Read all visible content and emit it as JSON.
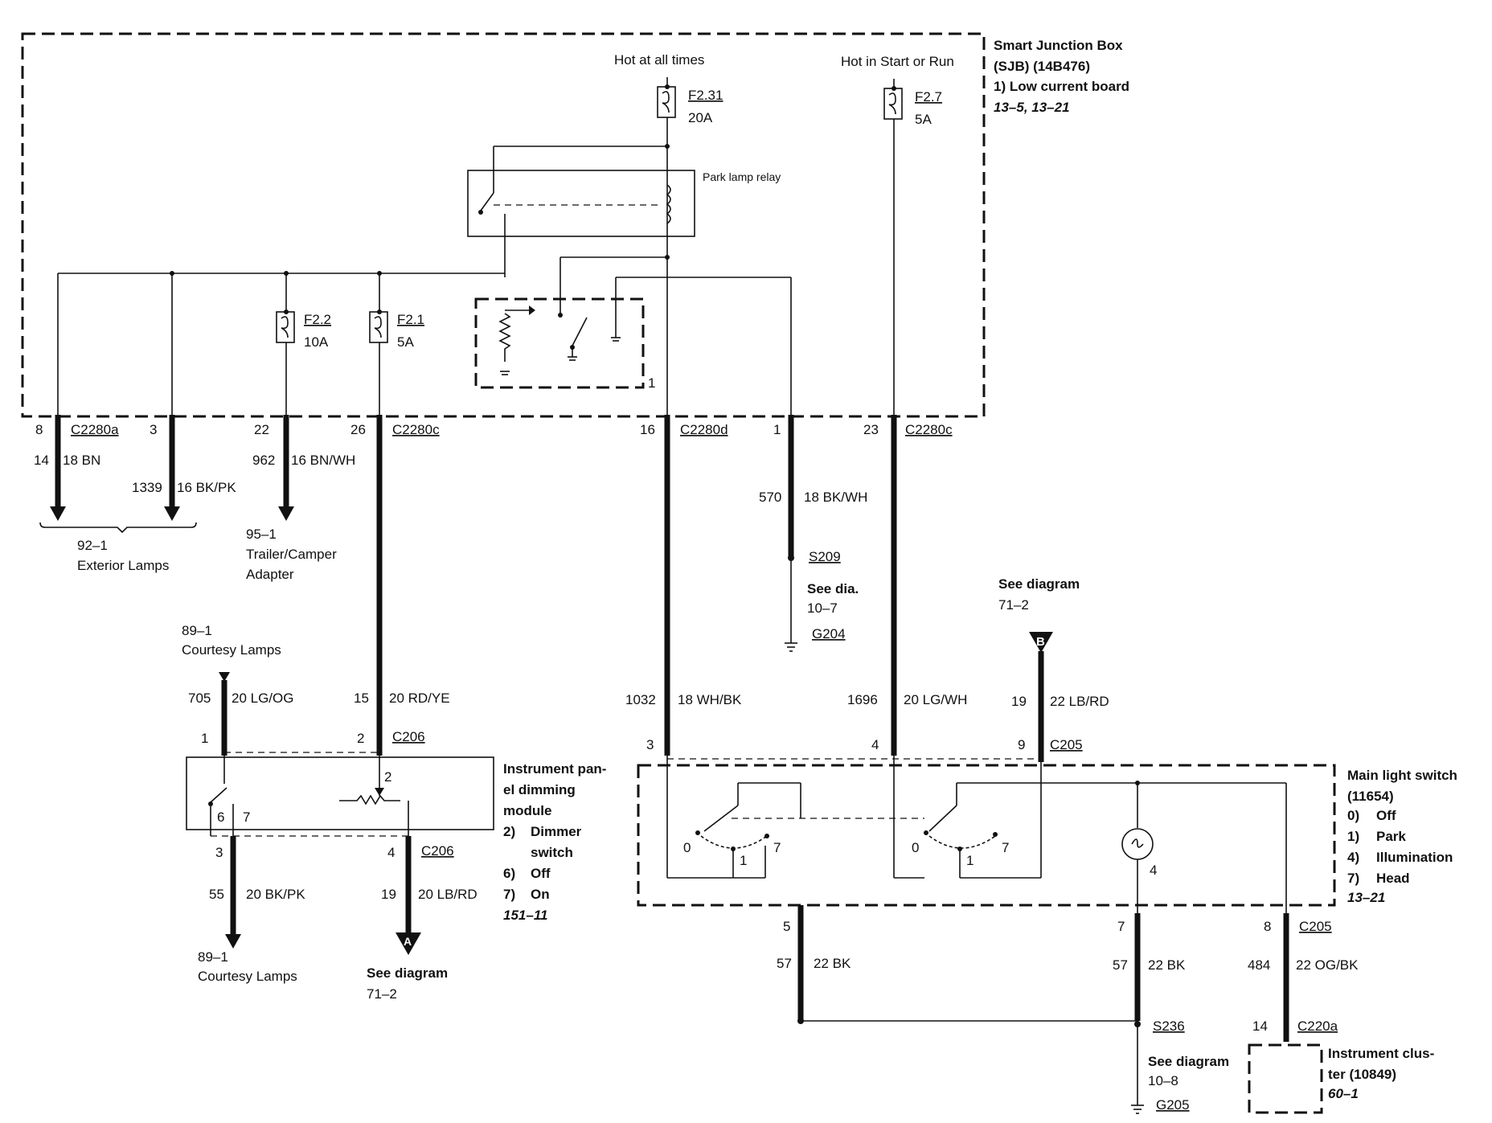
{
  "sjb": {
    "title": "Smart Junction Box",
    "subtitle": "(SJB) (14B476)",
    "board": "1)   Low current board",
    "refs": "13–5, 13–21"
  },
  "supply": {
    "hot_always": "Hot at all times",
    "hot_start_run": "Hot in Start or Run"
  },
  "fuses": [
    {
      "name": "F2.31",
      "rating": "20A"
    },
    {
      "name": "F2.7",
      "rating": "5A"
    },
    {
      "name": "F2.2",
      "rating": "10A"
    },
    {
      "name": "F2.1",
      "rating": "5A"
    }
  ],
  "relay": {
    "label": "Park lamp relay",
    "module_number": "1"
  },
  "pins": {
    "p8": "8",
    "p3": "3",
    "p22": "22",
    "p26": "26",
    "p16": "16",
    "p1": "1",
    "p23": "23"
  },
  "connectors": {
    "c2280a": "C2280a",
    "c2280c": "C2280c",
    "c2280d": "C2280d",
    "c2280c_2": "C2280c",
    "c206_top": "C206",
    "c206_bot": "C206",
    "c205_top": "C205",
    "c205_bot": "C205",
    "c220a": "C220a"
  },
  "wires": {
    "w14_num": "14",
    "w14_spec": "18 BN",
    "w1339_num": "1339",
    "w1339_spec": "16 BK/PK",
    "w962_num": "962",
    "w962_spec": "16 BN/WH",
    "w570_num": "570",
    "w570_spec": "18 BK/WH",
    "w705_num": "705",
    "w705_spec": "20 LG/OG",
    "w15_num": "15",
    "w15_spec": "20 RD/YE",
    "w1032_num": "1032",
    "w1032_spec": "18 WH/BK",
    "w1696_num": "1696",
    "w1696_spec": "20 LG/WH",
    "w19_num": "19",
    "w19_spec": "22 LB/RD",
    "w55_num": "55",
    "w55_spec": "20 BK/PK",
    "w19b_num": "19",
    "w19b_spec": "20 LB/RD",
    "w57a_num": "57",
    "w57a_spec": "22 BK",
    "w57b_num": "57",
    "w57b_spec": "22 BK",
    "w484_num": "484",
    "w484_spec": "22 OG/BK"
  },
  "destinations": {
    "ext_ref": "92–1",
    "ext_label": "Exterior Lamps",
    "trailer_ref": "95–1",
    "trailer_line1": "Trailer/Camper",
    "trailer_line2": "Adapter",
    "court_top_ref": "89–1",
    "court_top_label": "Courtesy Lamps",
    "court_bot_ref": "89–1",
    "court_bot_label": "Courtesy Lamps",
    "splice_s209": "S209",
    "see_dia_107": "See dia.",
    "ref_107": "10–7",
    "ground_g204": "G204",
    "see_diag_b": "See diagram",
    "ref_b": "71–2",
    "marker_b": "B",
    "see_diag_a": "See diagram",
    "ref_a": "71–2",
    "marker_a": "A",
    "splice_s236": "S236",
    "see_diag_108": "See diagram",
    "ref_108": "10–8",
    "ground_g205": "G205"
  },
  "dimming_module": {
    "l1": "Instrument pan-",
    "l2": "el dimming",
    "l3": "module",
    "l4": "2)",
    "l4b": "Dimmer",
    "l5": "switch",
    "l6": "6)",
    "l6b": "Off",
    "l7": "7)",
    "l7b": "On",
    "ref": "151–11",
    "pin1": "1",
    "pin2": "2",
    "pin2i": "2",
    "pin6": "6",
    "pin7": "7",
    "pin3": "3",
    "pin4": "4"
  },
  "main_switch": {
    "l1": "Main light switch",
    "l2": "(11654)",
    "o0": "0)",
    "o0b": "Off",
    "o1": "1)",
    "o1b": "Park",
    "o4": "4)",
    "o4b": "Illumination",
    "o7": "7)",
    "o7b": "Head",
    "ref": "13–21",
    "pin3": "3",
    "pin4": "4",
    "pin9": "9",
    "pin5": "5",
    "pin7": "7",
    "pin8": "8",
    "pos_a0": "0",
    "pos_a1": "1",
    "pos_a7": "7",
    "pos_b0": "0",
    "pos_b1": "1",
    "pos_b7": "7",
    "pos_lamp": "4"
  },
  "cluster": {
    "pin14": "14",
    "l1": "Instrument clus-",
    "l2": "ter (10849)",
    "ref": "60–1"
  }
}
